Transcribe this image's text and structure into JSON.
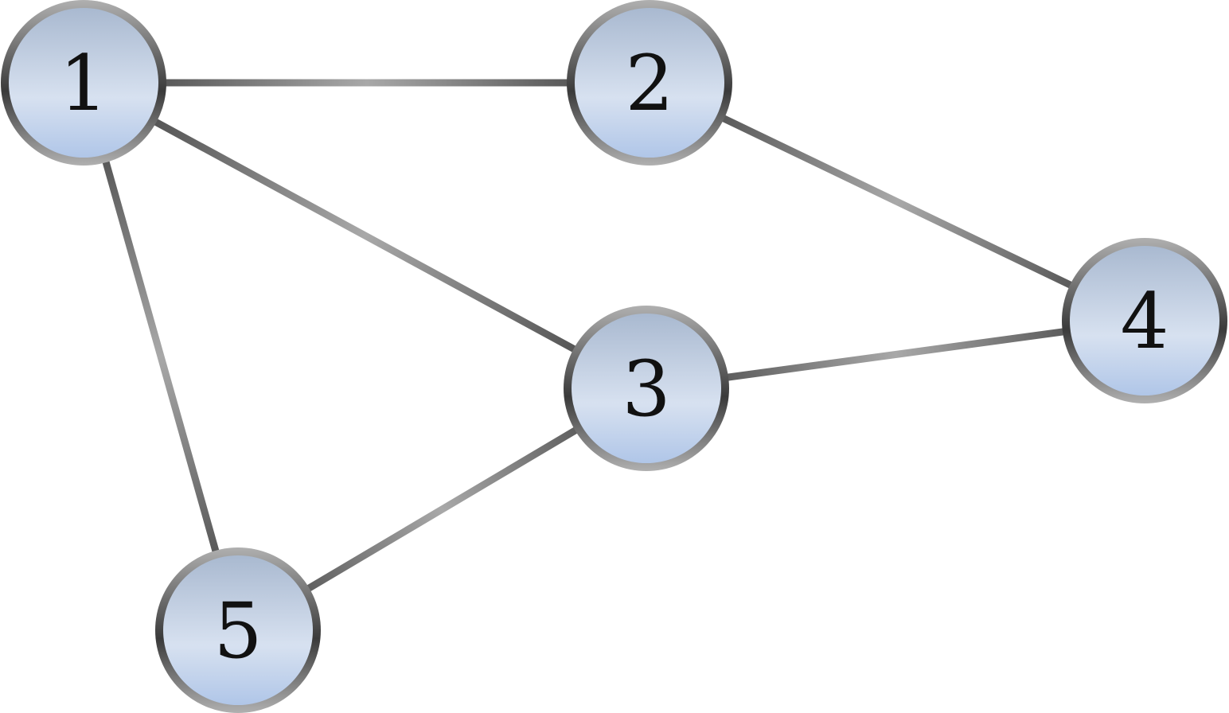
{
  "diagram": {
    "type": "undirected-graph",
    "nodes": [
      {
        "id": "1",
        "label": "1"
      },
      {
        "id": "2",
        "label": "2"
      },
      {
        "id": "3",
        "label": "3"
      },
      {
        "id": "4",
        "label": "4"
      },
      {
        "id": "5",
        "label": "5"
      }
    ],
    "edges": [
      {
        "from": "1",
        "to": "2"
      },
      {
        "from": "1",
        "to": "3"
      },
      {
        "from": "1",
        "to": "5"
      },
      {
        "from": "2",
        "to": "4"
      },
      {
        "from": "3",
        "to": "4"
      },
      {
        "from": "3",
        "to": "5"
      }
    ]
  },
  "colors": {
    "node_fill_top": "#a9b9d0",
    "node_fill_middle": "#d7e1f0",
    "node_fill_bottom": "#b0c6e8",
    "node_border_light": "#b0b0b0",
    "node_border_dark": "#3a3a3a",
    "edge_dark": "#3a3a3a",
    "edge_light": "#a8a8a8",
    "label": "#111111"
  }
}
